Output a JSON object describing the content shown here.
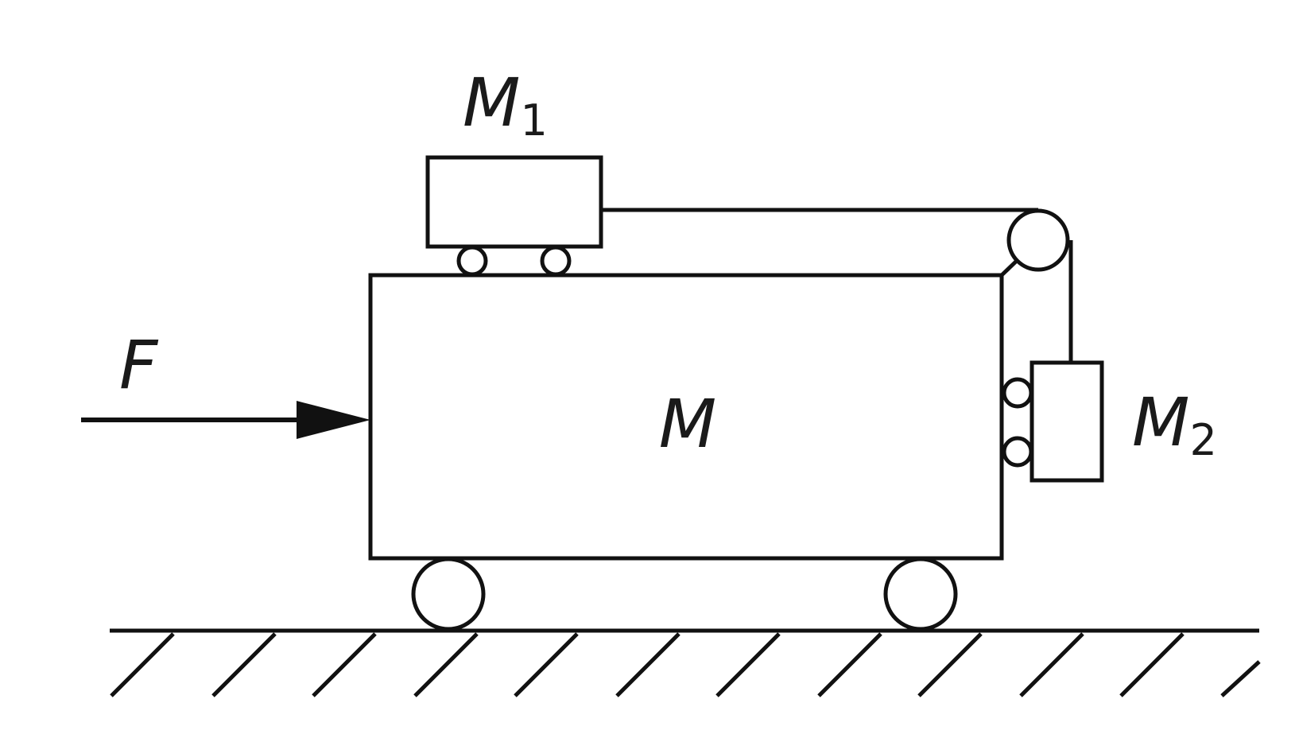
{
  "labels": {
    "force": "F",
    "cart": "M",
    "block_top": {
      "main": "M",
      "sub": "1"
    },
    "block_side": {
      "main": "M",
      "sub": "2"
    }
  },
  "colors": {
    "line": "#111111",
    "background": "#ffffff"
  }
}
